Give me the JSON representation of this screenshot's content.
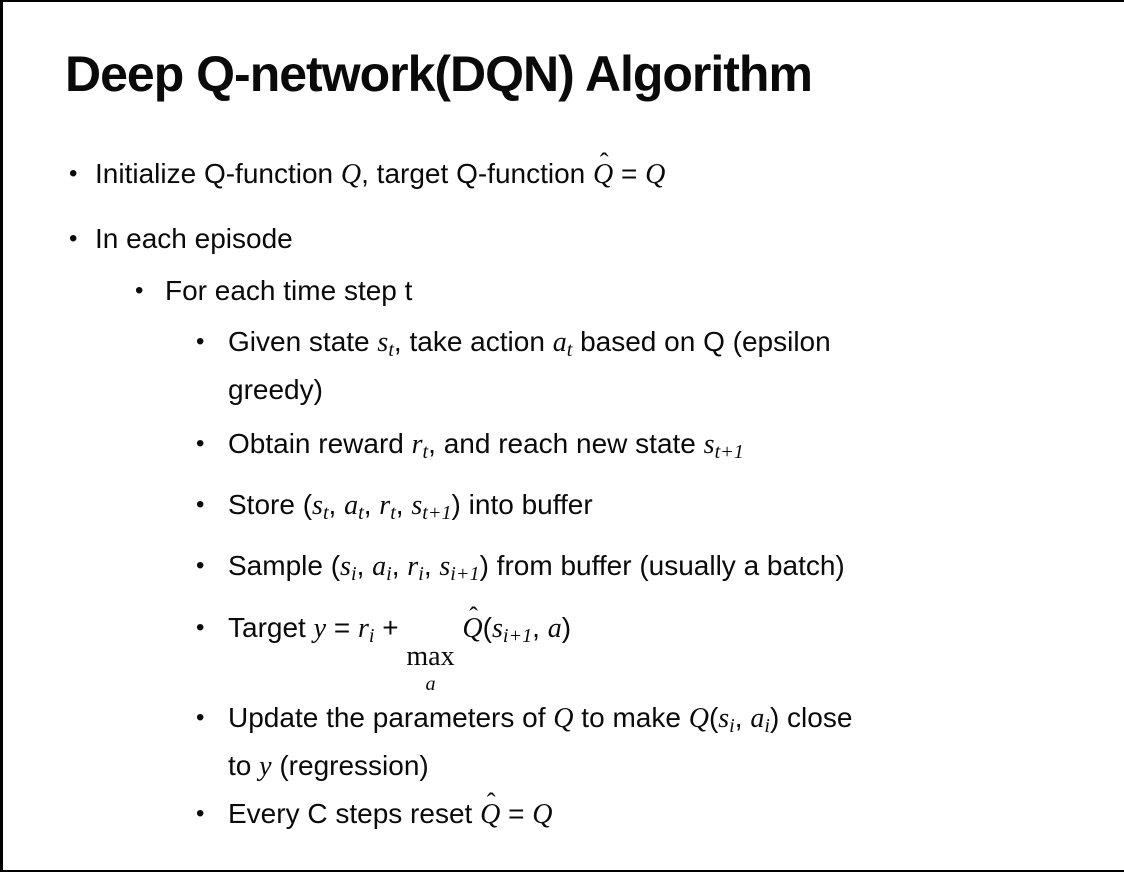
{
  "slide": {
    "title": "Deep Q-network(DQN) Algorithm",
    "bullet_char": "•",
    "hat_char": "ˆ",
    "colors": {
      "background": "#ffffff",
      "text": "#0a0a0a",
      "frame": "#000000"
    },
    "items": [
      {
        "level": 1,
        "lines": [
          [
            {
              "t": "Initialize Q-function "
            },
            {
              "m": "Q"
            },
            {
              "t": ", target Q-function "
            },
            {
              "hat": "Q"
            },
            {
              "t": " = "
            },
            {
              "m": "Q"
            }
          ]
        ]
      },
      {
        "level": 1,
        "lines": [
          [
            {
              "t": "In each episode"
            }
          ]
        ]
      },
      {
        "level": 2,
        "lines": [
          [
            {
              "t": "For each time step t"
            }
          ]
        ]
      },
      {
        "level": 3,
        "lines": [
          [
            {
              "t": "Given state "
            },
            {
              "m": "s",
              "sub": "t"
            },
            {
              "t": ", take action "
            },
            {
              "m": "a",
              "sub": "t"
            },
            {
              "t": " based on Q (epsilon"
            }
          ],
          [
            {
              "t": "greedy)"
            }
          ]
        ]
      },
      {
        "level": 3,
        "lines": [
          [
            {
              "t": "Obtain reward "
            },
            {
              "m": "r",
              "sub": "t"
            },
            {
              "t": ", and reach new state "
            },
            {
              "m": "s",
              "sub": "t+1"
            }
          ]
        ]
      },
      {
        "level": 3,
        "lines": [
          [
            {
              "t": "Store ("
            },
            {
              "m": "s",
              "sub": "t"
            },
            {
              "t": ", "
            },
            {
              "m": "a",
              "sub": "t"
            },
            {
              "t": ", "
            },
            {
              "m": "r",
              "sub": "t"
            },
            {
              "t": ", "
            },
            {
              "m": "s",
              "sub": "t+1"
            },
            {
              "t": ") into buffer"
            }
          ]
        ]
      },
      {
        "level": 3,
        "lines": [
          [
            {
              "t": "Sample ("
            },
            {
              "m": "s",
              "sub": "i"
            },
            {
              "t": ", "
            },
            {
              "m": "a",
              "sub": "i"
            },
            {
              "t": ", "
            },
            {
              "m": "r",
              "sub": "i"
            },
            {
              "t": ", "
            },
            {
              "m": "s",
              "sub": "i+1"
            },
            {
              "t": ") from buffer (usually a batch)"
            }
          ]
        ]
      },
      {
        "level": 3,
        "lines": [
          [
            {
              "t": "Target "
            },
            {
              "m": "y"
            },
            {
              "t": " = "
            },
            {
              "m": "r",
              "sub": "i"
            },
            {
              "t": " + "
            },
            {
              "maxop": "max",
              "maxunder": "a"
            },
            {
              "t": " "
            },
            {
              "hat": "Q"
            },
            {
              "t": "("
            },
            {
              "m": "s",
              "sub": "i+1"
            },
            {
              "t": ", "
            },
            {
              "m": "a"
            },
            {
              "t": ")"
            }
          ]
        ]
      },
      {
        "level": 3,
        "lines": [
          [
            {
              "t": "Update the parameters of "
            },
            {
              "m": "Q"
            },
            {
              "t": " to make "
            },
            {
              "m": "Q"
            },
            {
              "t": "("
            },
            {
              "m": "s",
              "sub": "i"
            },
            {
              "t": ", "
            },
            {
              "m": "a",
              "sub": "i"
            },
            {
              "t": ") close"
            }
          ],
          [
            {
              "t": "to "
            },
            {
              "m": "y"
            },
            {
              "t": " (regression)"
            }
          ]
        ]
      },
      {
        "level": 3,
        "lines": [
          [
            {
              "t": "Every C steps reset "
            },
            {
              "hat": "Q"
            },
            {
              "t": " = "
            },
            {
              "m": "Q"
            }
          ]
        ]
      }
    ]
  }
}
